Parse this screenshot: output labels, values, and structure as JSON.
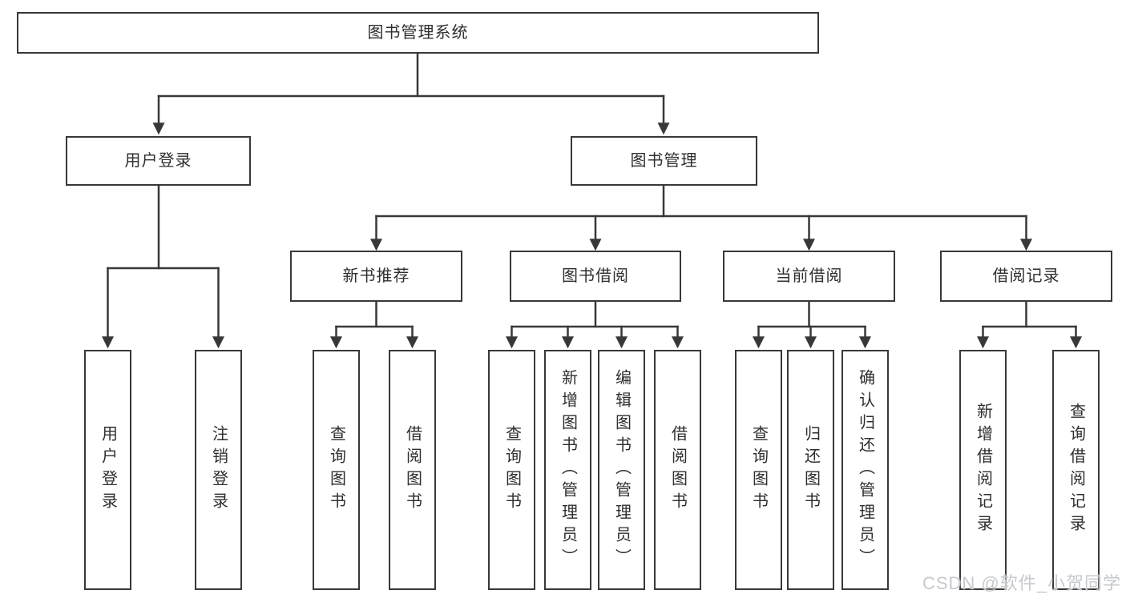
{
  "nodes": {
    "root": {
      "label": "图书管理系统"
    },
    "user_login": {
      "label": "用户登录"
    },
    "book_management": {
      "label": "图书管理"
    },
    "new_book_recommend": {
      "label": "新书推荐"
    },
    "book_borrow": {
      "label": "图书借阅"
    },
    "current_borrow": {
      "label": "当前借阅"
    },
    "borrow_records": {
      "label": "借阅记录"
    },
    "leaf_user_login": {
      "label": "用户登录"
    },
    "leaf_logout": {
      "label": "注销登录"
    },
    "leaf_query_book_1": {
      "label": "查询图书"
    },
    "leaf_borrow_book_1": {
      "label": "借阅图书"
    },
    "leaf_query_book_2": {
      "label": "查询图书"
    },
    "leaf_add_book": {
      "label": "新增图书（管理员）"
    },
    "leaf_edit_book": {
      "label": "编辑图书（管理员）"
    },
    "leaf_borrow_book_2": {
      "label": "借阅图书"
    },
    "leaf_query_book_3": {
      "label": "查询图书"
    },
    "leaf_return_book": {
      "label": "归还图书"
    },
    "leaf_confirm_return": {
      "label": "确认归还（管理员）"
    },
    "leaf_add_borrow_record": {
      "label": "新增借阅记录"
    },
    "leaf_query_borrow_record": {
      "label": "查询借阅记录"
    }
  },
  "watermark": "CSDN @软件_小贺同学",
  "colors": {
    "line": "#383838",
    "box_border": "#383838",
    "text": "#2e2e2e",
    "background": "#ffffff",
    "watermark": "#c6c9cd"
  }
}
